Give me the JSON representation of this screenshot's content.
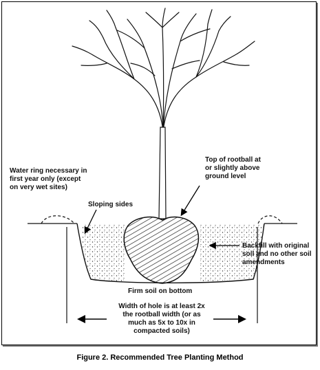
{
  "labels": {
    "water_ring": [
      "Water ring necessary in",
      "first year only (except",
      "on very wet sites)"
    ],
    "top_rootball": [
      "Top of rootball at",
      "or slightly above",
      "ground level"
    ],
    "sloping_sides": "Sloping sides",
    "backfill": [
      "Backfill with original",
      "soil and no other soil",
      "amendments"
    ],
    "firm_soil": "Firm soil on bottom",
    "hole_width": [
      "Width of hole is at least 2x",
      "the rootball width (or as",
      "much as 5x to 10x in",
      "compacted soils)"
    ]
  },
  "caption": "Figure 2.  Recommended Tree Planting Method"
}
